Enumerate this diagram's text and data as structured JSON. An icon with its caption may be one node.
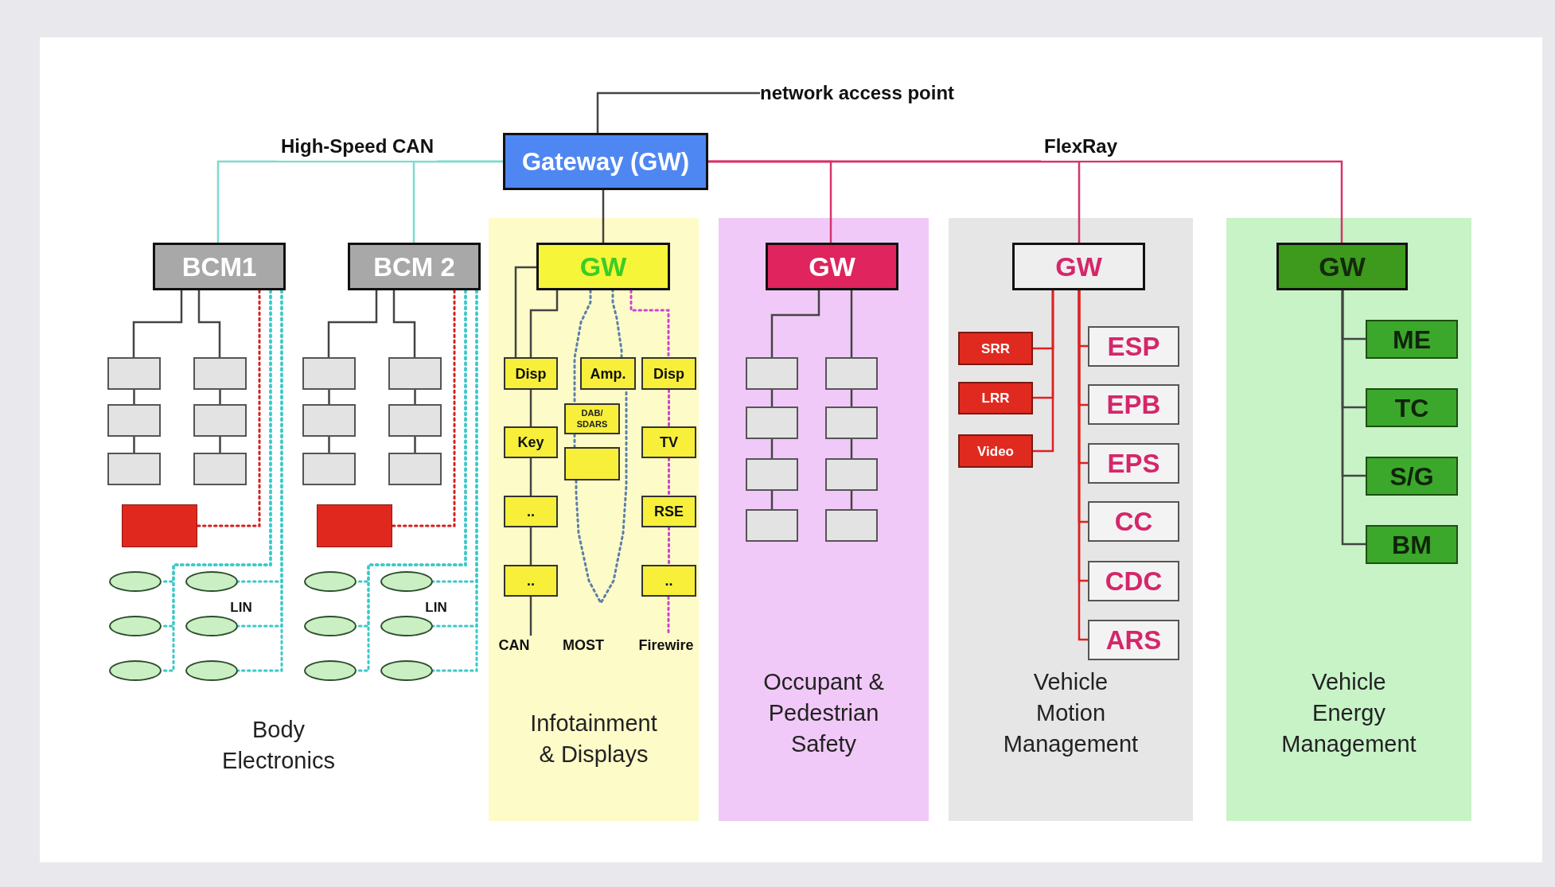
{
  "diagram": {
    "nodes": [
      {
        "text": [
          "network access point"
        ]
      },
      {
        "text": [
          "Gateway (GW)"
        ]
      },
      {
        "text": [
          "BCM1"
        ]
      },
      {
        "text": [],
        "shape": "box"
      },
      {
        "text": [],
        "shape": "box"
      },
      {
        "text": [],
        "shape": "box"
      },
      {
        "text": [],
        "shape": "box"
      },
      {
        "text": [],
        "shape": "box"
      },
      {
        "text": [],
        "shape": "box"
      },
      {
        "text": [],
        "shape": "box"
      },
      {
        "text": [],
        "shape": "ellipse"
      },
      {
        "text": [],
        "shape": "ellipse"
      },
      {
        "text": [],
        "shape": "ellipse"
      },
      {
        "text": [],
        "shape": "ellipse"
      },
      {
        "text": [],
        "shape": "ellipse"
      },
      {
        "text": [],
        "shape": "ellipse"
      },
      {
        "text": [
          "BCM 2"
        ]
      },
      {
        "text": [],
        "shape": "box"
      },
      {
        "text": [],
        "shape": "box"
      },
      {
        "text": [],
        "shape": "box"
      },
      {
        "text": [],
        "shape": "box"
      },
      {
        "text": [],
        "shape": "box"
      },
      {
        "text": [],
        "shape": "box"
      },
      {
        "text": [],
        "shape": "box"
      },
      {
        "text": [],
        "shape": "ellipse"
      },
      {
        "text": [],
        "shape": "ellipse"
      },
      {
        "text": [],
        "shape": "ellipse"
      },
      {
        "text": [],
        "shape": "ellipse"
      },
      {
        "text": [],
        "shape": "ellipse"
      },
      {
        "text": [],
        "shape": "ellipse"
      },
      {
        "text": [
          "Infotainment & Displays"
        ]
      },
      {
        "text": [
          "GW"
        ],
        "in": 30
      },
      {
        "text": [
          "Disp"
        ],
        "in": 30
      },
      {
        "text": [
          "Amp."
        ],
        "in": 30
      },
      {
        "text": [
          "Disp"
        ],
        "in": 30
      },
      {
        "text": [
          "DAB/ SDARS"
        ],
        "in": 30
      },
      {
        "text": [
          "Key"
        ],
        "in": 30
      },
      {
        "text": [
          "TV"
        ],
        "in": 30
      },
      {
        "text": [],
        "shape": "box",
        "in": 30
      },
      {
        "text": [
          ".."
        ],
        "in": 30
      },
      {
        "text": [
          "RSE"
        ],
        "in": 30
      },
      {
        "text": [
          ".."
        ],
        "in": 30
      },
      {
        "text": [
          ".."
        ],
        "in": 30
      },
      {
        "text": [
          "Occupant & Pedestrian Safety"
        ]
      },
      {
        "text": [
          "GW"
        ],
        "in": 43
      },
      {
        "text": [],
        "shape": "box",
        "in": 43
      },
      {
        "text": [],
        "shape": "box",
        "in": 43
      },
      {
        "text": [],
        "shape": "box",
        "in": 43
      },
      {
        "text": [],
        "shape": "box",
        "in": 43
      },
      {
        "text": [],
        "shape": "box",
        "in": 43
      },
      {
        "text": [],
        "shape": "box",
        "in": 43
      },
      {
        "text": [],
        "shape": "box",
        "in": 43
      },
      {
        "text": [],
        "shape": "box",
        "in": 43
      },
      {
        "text": [
          "Vehicle Motion Management"
        ]
      },
      {
        "text": [
          "GW"
        ],
        "in": 53
      },
      {
        "text": [
          "SRR"
        ],
        "in": 53
      },
      {
        "text": [
          "ESP"
        ],
        "in": 53
      },
      {
        "text": [
          "LRR"
        ],
        "in": 53
      },
      {
        "text": [
          "EPB"
        ],
        "in": 53
      },
      {
        "text": [
          "Video"
        ],
        "in": 53
      },
      {
        "text": [
          "EPS"
        ],
        "in": 53
      },
      {
        "text": [
          "CC"
        ],
        "in": 53
      },
      {
        "text": [
          "CDC"
        ],
        "in": 53
      },
      {
        "text": [
          "ARS"
        ],
        "in": 53
      },
      {
        "text": [
          "Vehicle Energy Management"
        ]
      },
      {
        "text": [
          "GW"
        ],
        "in": 64
      },
      {
        "text": [
          "ME"
        ],
        "in": 64
      },
      {
        "text": [
          "TC"
        ],
        "in": 64
      },
      {
        "text": [
          "S/G"
        ],
        "in": 64
      },
      {
        "text": [
          "BM"
        ],
        "in": 64
      },
      {
        "text": [
          "CAN"
        ],
        "in": 30
      },
      {
        "text": [
          "Firewire"
        ],
        "in": 30
      }
    ],
    "edges": [
      {
        "from": 1,
        "to": 0,
        "arrow": "none"
      },
      {
        "from": 1,
        "to": 2,
        "arrow": "none",
        "label": "High-Speed CAN",
        "color": "#7ddccc"
      },
      {
        "from": 1,
        "to": 16,
        "arrow": "none",
        "color": "#7ddccc"
      },
      {
        "from": 1,
        "to": 31,
        "arrow": "none"
      },
      {
        "from": 1,
        "to": 44,
        "arrow": "none",
        "color": "#d6336c"
      },
      {
        "from": 1,
        "to": 54,
        "arrow": "none",
        "label": "FlexRay",
        "color": "#d6336c"
      },
      {
        "from": 1,
        "to": 65,
        "arrow": "none",
        "color": "#d6336c"
      },
      {
        "from": 2,
        "to": 3,
        "arrow": "none"
      },
      {
        "from": 2,
        "to": 4,
        "arrow": "none"
      },
      {
        "from": 3,
        "to": 5,
        "arrow": "none"
      },
      {
        "from": 5,
        "to": 7,
        "arrow": "none"
      },
      {
        "from": 4,
        "to": 6,
        "arrow": "none"
      },
      {
        "from": 6,
        "to": 8,
        "arrow": "none"
      },
      {
        "from": 2,
        "to": 9,
        "arrow": "none",
        "style": "dashed",
        "color": "#d42020"
      },
      {
        "from": 2,
        "to": 10,
        "arrow": "none",
        "style": "dashed",
        "color": "#3cc8c8"
      },
      {
        "from": 2,
        "to": 11,
        "arrow": "none",
        "style": "dashed",
        "color": "#3cc8c8"
      },
      {
        "from": 2,
        "to": 12,
        "arrow": "none",
        "style": "dashed",
        "color": "#3cc8c8"
      },
      {
        "from": 2,
        "to": 13,
        "arrow": "none",
        "style": "dashed",
        "color": "#3cc8c8"
      },
      {
        "from": 2,
        "to": 14,
        "arrow": "none",
        "style": "dashed",
        "color": "#3cc8c8"
      },
      {
        "from": 2,
        "to": 15,
        "arrow": "none",
        "style": "dashed",
        "color": "#3cc8c8"
      },
      {
        "from": 16,
        "to": 17,
        "arrow": "none"
      },
      {
        "from": 16,
        "to": 18,
        "arrow": "none"
      },
      {
        "from": 17,
        "to": 19,
        "arrow": "none"
      },
      {
        "from": 19,
        "to": 21,
        "arrow": "none"
      },
      {
        "from": 18,
        "to": 20,
        "arrow": "none"
      },
      {
        "from": 20,
        "to": 22,
        "arrow": "none"
      },
      {
        "from": 16,
        "to": 23,
        "arrow": "none",
        "style": "dashed",
        "color": "#d42020"
      },
      {
        "from": 16,
        "to": 24,
        "arrow": "none",
        "style": "dashed",
        "color": "#3cc8c8"
      },
      {
        "from": 16,
        "to": 25,
        "arrow": "none",
        "style": "dashed",
        "color": "#3cc8c8"
      },
      {
        "from": 16,
        "to": 26,
        "arrow": "none",
        "style": "dashed",
        "color": "#3cc8c8"
      },
      {
        "from": 16,
        "to": 27,
        "arrow": "none",
        "style": "dashed",
        "color": "#3cc8c8"
      },
      {
        "from": 16,
        "to": 28,
        "arrow": "none",
        "style": "dashed",
        "color": "#3cc8c8"
      },
      {
        "from": 16,
        "to": 29,
        "arrow": "none",
        "style": "dashed",
        "color": "#3cc8c8"
      },
      {
        "from": 31,
        "to": 32,
        "arrow": "none"
      },
      {
        "from": 31,
        "to": 32,
        "arrow": "none"
      },
      {
        "from": 32,
        "to": 36,
        "arrow": "none"
      },
      {
        "from": 36,
        "to": 39,
        "arrow": "none"
      },
      {
        "from": 39,
        "to": 41,
        "arrow": "none"
      },
      {
        "from": 41,
        "to": 70,
        "arrow": "none"
      },
      {
        "from": 31,
        "to": 35,
        "arrow": "none",
        "style": "dashed",
        "color": "#5a80aa"
      },
      {
        "from": 35,
        "to": 38,
        "arrow": "none",
        "style": "dashed",
        "color": "#5a80aa"
      },
      {
        "from": 38,
        "to": 33,
        "arrow": "none",
        "style": "dashed",
        "color": "#5a80aa"
      },
      {
        "from": 33,
        "to": 31,
        "arrow": "none",
        "style": "dashed",
        "color": "#5a80aa"
      },
      {
        "from": 31,
        "to": 34,
        "arrow": "none",
        "style": "dashed",
        "color": "#cc44cc"
      },
      {
        "from": 34,
        "to": 37,
        "arrow": "none",
        "style": "dashed",
        "color": "#cc44cc"
      },
      {
        "from": 37,
        "to": 40,
        "arrow": "none",
        "style": "dashed",
        "color": "#cc44cc"
      },
      {
        "from": 40,
        "to": 42,
        "arrow": "none",
        "style": "dashed",
        "color": "#cc44cc"
      },
      {
        "from": 42,
        "to": 71,
        "arrow": "none",
        "style": "dashed",
        "color": "#cc44cc"
      },
      {
        "from": 44,
        "to": 45,
        "arrow": "none"
      },
      {
        "from": 44,
        "to": 46,
        "arrow": "none"
      },
      {
        "from": 45,
        "to": 47,
        "arrow": "none"
      },
      {
        "from": 47,
        "to": 49,
        "arrow": "none"
      },
      {
        "from": 49,
        "to": 51,
        "arrow": "none"
      },
      {
        "from": 46,
        "to": 48,
        "arrow": "none"
      },
      {
        "from": 48,
        "to": 50,
        "arrow": "none"
      },
      {
        "from": 50,
        "to": 52,
        "arrow": "none"
      },
      {
        "from": 54,
        "to": 55,
        "arrow": "none",
        "color": "#dd2222"
      },
      {
        "from": 54,
        "to": 57,
        "arrow": "none",
        "color": "#dd2222"
      },
      {
        "from": 54,
        "to": 59,
        "arrow": "none",
        "color": "#dd2222"
      },
      {
        "from": 54,
        "to": 56,
        "arrow": "none",
        "color": "#dd2222"
      },
      {
        "from": 54,
        "to": 58,
        "arrow": "none",
        "color": "#dd2222"
      },
      {
        "from": 54,
        "to": 60,
        "arrow": "none",
        "color": "#dd2222"
      },
      {
        "from": 54,
        "to": 61,
        "arrow": "none",
        "color": "#dd2222"
      },
      {
        "from": 54,
        "to": 62,
        "arrow": "none",
        "color": "#dd2222"
      },
      {
        "from": 54,
        "to": 63,
        "arrow": "none",
        "color": "#dd2222"
      },
      {
        "from": 65,
        "to": 66,
        "arrow": "none"
      },
      {
        "from": 65,
        "to": 67,
        "arrow": "none"
      },
      {
        "from": 65,
        "to": 68,
        "arrow": "none"
      },
      {
        "from": 65,
        "to": 69,
        "arrow": "none"
      }
    ],
    "labels": [
      "LIN",
      "LIN",
      "MOST",
      "Body Electronics"
    ]
  }
}
